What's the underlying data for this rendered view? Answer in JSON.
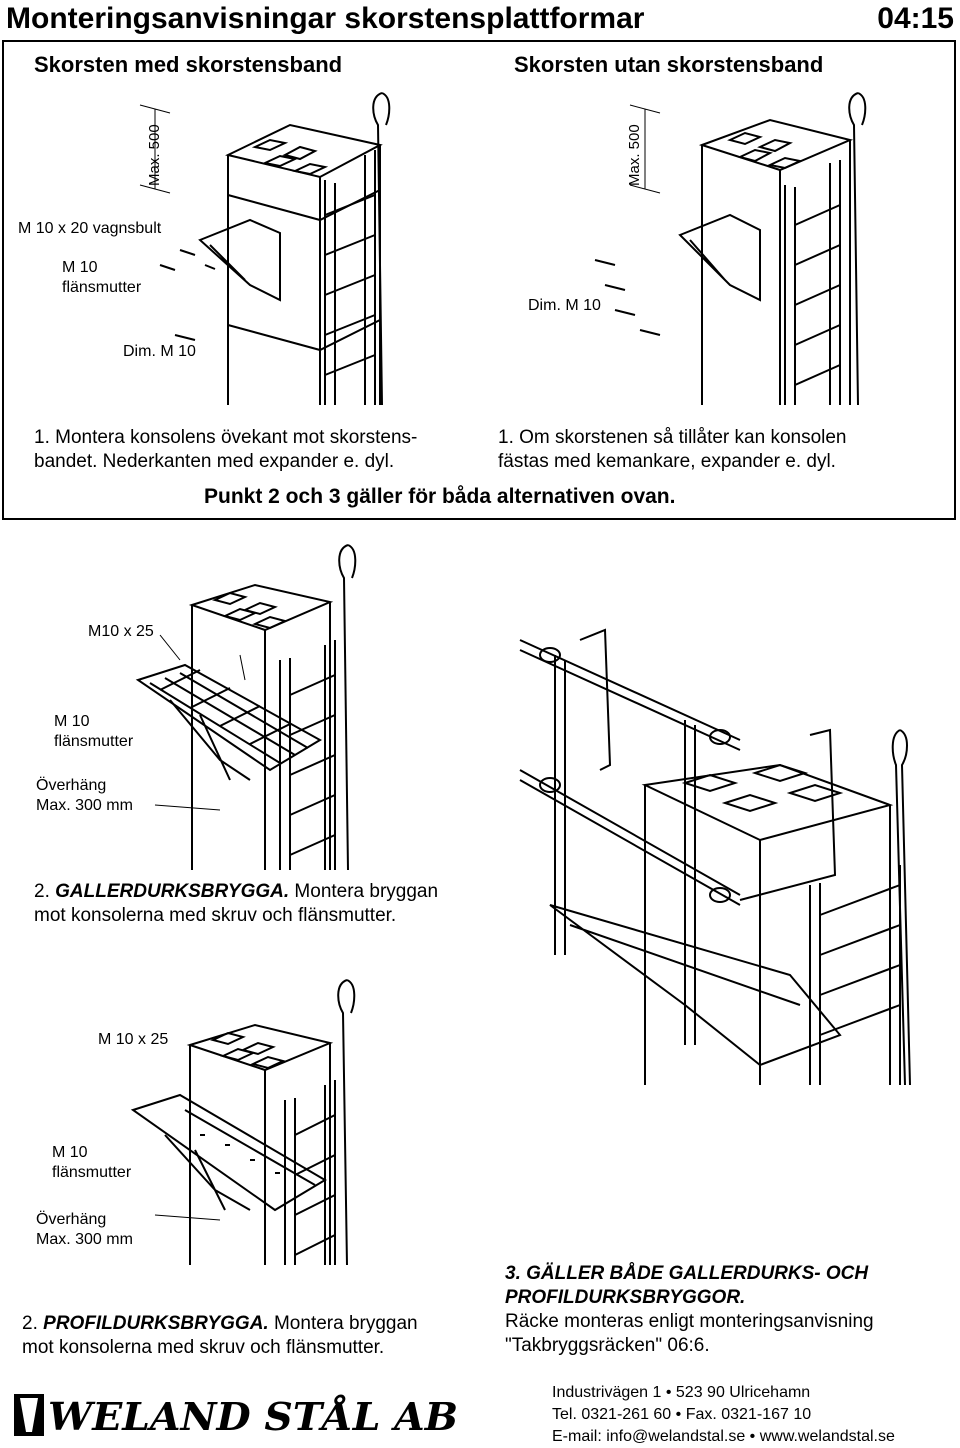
{
  "header": {
    "title": "Monteringsanvisningar skorstensplattformar",
    "code": "04:15"
  },
  "section1": {
    "left_heading": "Skorsten med skorstensband",
    "right_heading": "Skorsten utan skorstensband",
    "left_max": "Max. 500",
    "right_max": "Max. 500",
    "bolt_label": "M 10 x 20 vagnsbult",
    "nut_label_1": "M 10",
    "nut_label_2": "flänsmutter",
    "left_dim": "Dim. M 10",
    "right_dim": "Dim. M 10",
    "left_caption_1": "1. Montera konsolens övekant mot skorstens-",
    "left_caption_2": "bandet. Nederkanten med expander e. dyl.",
    "right_caption_1": "1. Om skorstenen så tillåter kan konsolen",
    "right_caption_2": "fästas med kemankare, expander e. dyl.",
    "note": "Punkt 2 och 3 gäller för båda alternativen ovan."
  },
  "section2": {
    "screw": "M10 x 25",
    "nut_1": "M 10",
    "nut_2": "flänsmutter",
    "over_1": "Överhäng",
    "over_2": "Max. 300 mm",
    "caption_num": "2.",
    "caption_bold": "GALLERDURKSBRYGGA.",
    "caption_rest": " Montera bryggan",
    "caption_2": "mot konsolerna med skruv och flänsmutter."
  },
  "section3": {
    "screw": "M 10 x 25",
    "nut_1": "M 10",
    "nut_2": "flänsmutter",
    "over_1": "Överhäng",
    "over_2": "Max. 300 mm",
    "caption_num": "2.",
    "caption_bold": "PROFILDURKSBRYGGA.",
    "caption_rest": " Montera bryggan",
    "caption_2": "mot konsolerna med skruv och flänsmutter."
  },
  "section4": {
    "line_1": "3. GÄLLER BÅDE GALLERDURKS- OCH",
    "line_2": "PROFILDURKSBRYGGOR.",
    "line_3": "Räcke monteras enligt monteringsanvisning",
    "line_4": "\"Takbryggsräcken\" 06:6."
  },
  "footer": {
    "logo": "WELAND STÅL AB",
    "address": "Industrivägen 1 • 523 90 Ulricehamn",
    "phone": "Tel. 0321-261 60 • Fax. 0321-167 10",
    "email": "E-mail: info@welandstal.se • www.welandstal.se"
  }
}
